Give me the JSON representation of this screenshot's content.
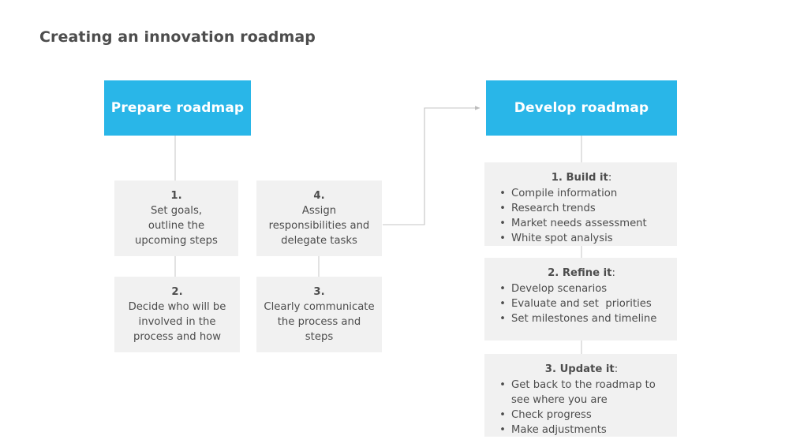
{
  "title": "Creating an innovation roadmap",
  "colors": {
    "accent_blue": "#29b6e8",
    "box_gray": "#f1f1f1",
    "text_gray": "#4d4d4d",
    "connector_gray": "#bcbcbc"
  },
  "left_column": {
    "header": "Prepare roadmap",
    "steps": [
      {
        "num": "1.",
        "text": "Set goals,\noutline the\nupcoming steps"
      },
      {
        "num": "2.",
        "text": "Decide who will be\ninvolved in the\nprocess and how"
      },
      {
        "num": "3.",
        "text": "Clearly communicate\nthe process and\nsteps"
      },
      {
        "num": "4.",
        "text": "Assign\nresponsibilities and\ndelegate tasks"
      }
    ]
  },
  "right_column": {
    "header": "Develop roadmap",
    "stages": [
      {
        "title": "1. Build it",
        "title_suffix": ":",
        "bullets": [
          "Compile information",
          "Research trends",
          "Market needs assessment",
          "White spot analysis"
        ],
        "bullet_char": "•"
      },
      {
        "title": "2. Refine it",
        "title_suffix": ":",
        "bullets": [
          "Develop scenarios",
          "Evaluate and set  priorities",
          "Set milestones and timeline"
        ],
        "bullet_char": "•"
      },
      {
        "title": "3. Update it",
        "title_suffix": ":",
        "bullets": [
          "Get back to the roadmap to see where you are",
          "Check progress",
          "Make adjustments"
        ],
        "bullet_char": "•"
      }
    ]
  }
}
